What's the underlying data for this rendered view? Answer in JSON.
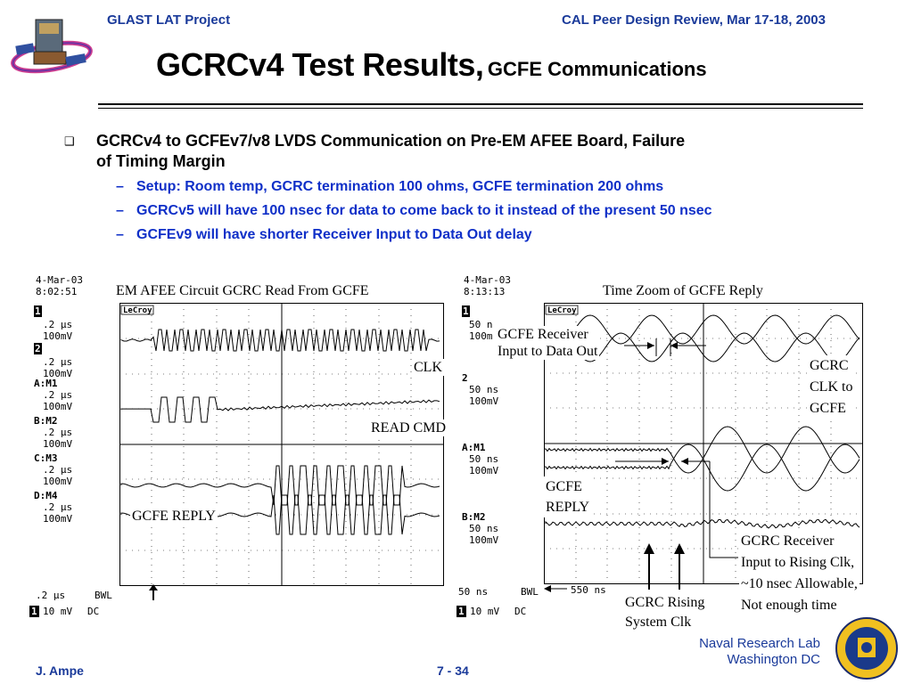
{
  "header": {
    "left": "GLAST LAT Project",
    "right": "CAL Peer Design Review, Mar 17-18, 2003"
  },
  "title": {
    "main": "GCRCv4 Test Results,",
    "sub": "GCFE Communications"
  },
  "bullets": {
    "main_line1": "GCRCv4 to GCFEv7/v8 LVDS Communication on Pre-EM AFEE Board, Failure",
    "main_line2": "of Timing Margin",
    "sub": [
      "Setup: Room temp, GCRC termination 100 ohms, GCFE termination 200 ohms",
      "GCRCv5 will have 100 nsec for data to come back to it instead of the present 50 nsec",
      "GCFEv9 will have shorter Receiver Input to Data Out delay"
    ],
    "marker": "❑",
    "dash": "–"
  },
  "scope_left": {
    "date": "4-Mar-03",
    "time": "8:02:51",
    "brand": "LeCroy",
    "caption": "EM AFEE Circuit GCRC Read From GCFE",
    "channels": [
      {
        "id": "1",
        "div": ".2 µs",
        "volt": "100mV"
      },
      {
        "id": "2",
        "div": ".2 µs",
        "volt": "100mV"
      },
      {
        "id": "A:M1",
        "div": ".2 µs",
        "volt": "100mV"
      },
      {
        "id": "B:M2",
        "div": ".2 µs",
        "volt": "100mV"
      },
      {
        "id": "C:M3",
        "div": ".2 µs",
        "volt": "100mV"
      },
      {
        "id": "D:M4",
        "div": ".2 µs",
        "volt": "100mV"
      }
    ],
    "timebase": ".2 µs",
    "bwl": "BWL",
    "trig_ch": "1",
    "trig_volt": "10 mV",
    "coupling": "DC",
    "labels": {
      "clk": "CLK",
      "read_cmd": "READ CMD",
      "gcfe_reply": "GCFE REPLY"
    }
  },
  "scope_right": {
    "date": "4-Mar-03",
    "time": "8:13:13",
    "brand": "LeCroy",
    "caption": "Time Zoom of GCFE Reply",
    "channels": [
      {
        "id": "1",
        "div": "50 n",
        "volt": "100m"
      },
      {
        "id": "2",
        "div": "50 ns",
        "volt": "100mV"
      },
      {
        "id": "A:M1",
        "div": "50 ns",
        "volt": "100mV"
      },
      {
        "id": "B:M2",
        "div": "50 ns",
        "volt": "100mV"
      }
    ],
    "timebase": "50 ns",
    "bwl": "BWL",
    "delay": "550 ns",
    "trig_ch": "1",
    "trig_volt": "10 mV",
    "coupling": "DC",
    "labels": {
      "receiver_line1": "GCFE Receiver",
      "receiver_line2": "Input to Data Out",
      "gcrc_clk_1": "GCRC",
      "gcrc_clk_2": "CLK to",
      "gcrc_clk_3": "GCFE",
      "gcfe_reply_1": "GCFE",
      "gcfe_reply_2": "REPLY",
      "gcrc_recv_1": "GCRC Receiver",
      "gcrc_recv_2": "Input to Rising Clk,",
      "gcrc_recv_3": "~10 nsec Allowable,",
      "gcrc_recv_4": "Not enough time",
      "gcrc_rise_1": "GCRC Rising",
      "gcrc_rise_2": "System Clk"
    }
  },
  "footer": {
    "author": "J. Ampe",
    "page": "7 - 34",
    "org_line1": "Naval Research Lab",
    "org_line2": "Washington DC"
  }
}
